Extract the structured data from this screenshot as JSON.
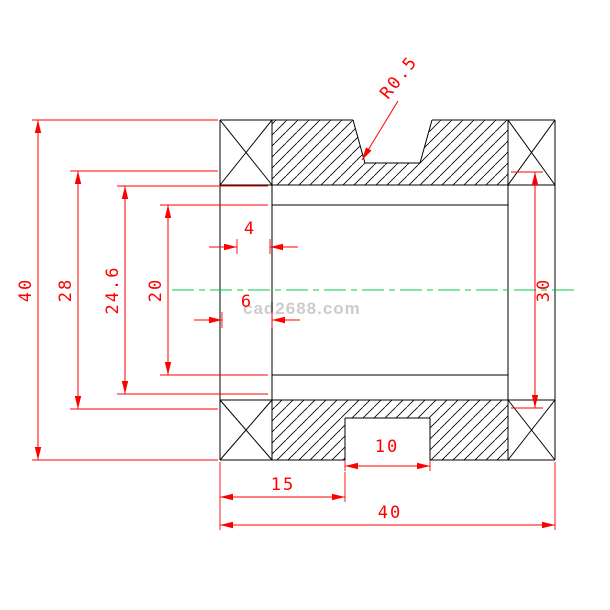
{
  "drawing": {
    "watermark": "cad2688.com",
    "colors": {
      "geometry": "#000000",
      "dimension": "#ff0000",
      "centerline": "#00cc44",
      "watermark": "#cccccc",
      "background": "#ffffff"
    },
    "dimensions": {
      "overall_height": "40",
      "outer_span": "28",
      "inner_span": "24.6",
      "bore_diameter": "20",
      "step_width": "4",
      "flange_width": "6",
      "right_span": "30",
      "slot_width": "10",
      "slot_offset": "15",
      "overall_width": "40",
      "fillet_radius": "R0.5"
    }
  }
}
